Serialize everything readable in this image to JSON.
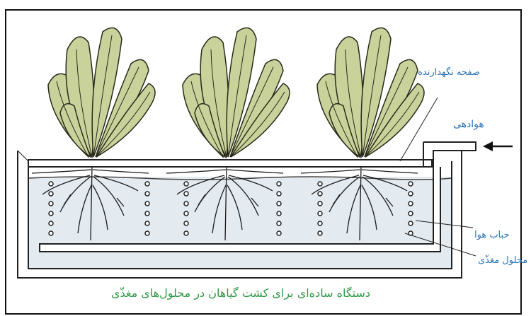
{
  "labels": {
    "support_plate": "صفحه نگهدارنده",
    "aeration": "هوادهی",
    "air_bubble": "حباب هوا",
    "nutrient_solution": "محلول مغذّی"
  },
  "caption": "دستگاه ساده‌ای برای کشت گیاهان در محلول‌های مغذّی",
  "colors": {
    "label_blue": "#2b73b8",
    "caption_green": "#2f9a48",
    "leaf": "#c9d29a",
    "solution": "#e3eaf0",
    "outline": "#222222"
  }
}
